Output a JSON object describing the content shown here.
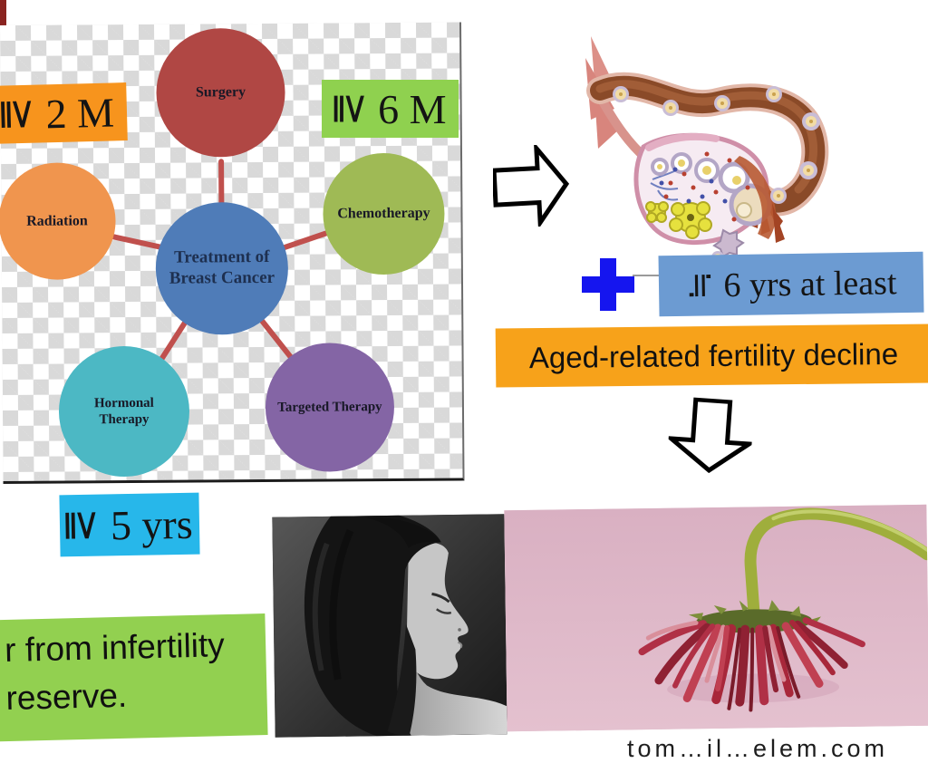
{
  "figure": {
    "treatment_diagram": {
      "center": "Treatment of Breast Cancer",
      "nodes": [
        "Surgery",
        "Radiation",
        "Chemotherapy",
        "Hormonal Therapy",
        "Targeted Therapy"
      ]
    },
    "duration_badges": {
      "radiation": {
        "symbol": "≧",
        "text": "2 M"
      },
      "chemotherapy": {
        "symbol": "≧",
        "text": "6 M"
      },
      "hormonal": {
        "symbol": "≧",
        "text": "5 yrs"
      },
      "total": {
        "symbol": "≒",
        "text": "6 yrs at least"
      }
    },
    "banner": "Aged-related fertility decline",
    "note": {
      "line1": "r from infertility",
      "line2": "reserve."
    },
    "watermark": "tom…il…elem.com",
    "colors": {
      "surgery_circle": "#b04744",
      "radiation_circle": "#f0954e",
      "chemotherapy_circle": "#9fba55",
      "center_circle": "#4f7cb8",
      "hormonal_circle": "#4cb8c4",
      "targeted_circle": "#8465a5",
      "spoke_line": "#c0504d",
      "badge_2m": "#f7941d",
      "badge_6m": "#8fd14f",
      "badge_5yrs": "#27b7ea",
      "badge_total": "#6c9bd2",
      "plus_sign": "#1515ef",
      "banner": "#f7a21a",
      "note_box": "#92d050",
      "flower_background": "#dfb8c8"
    }
  }
}
